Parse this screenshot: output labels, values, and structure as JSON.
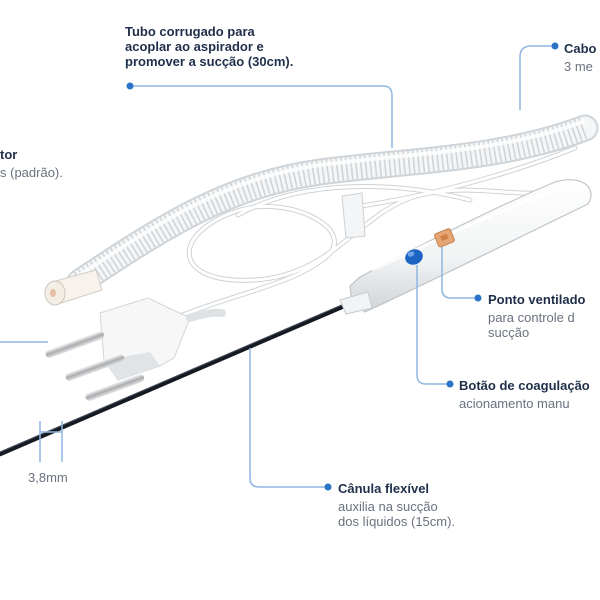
{
  "labels": {
    "tubo": {
      "title_lines": [
        "Tubo corrugado  para",
        "acoplar ao aspirador e",
        "promover a sucção (30cm)."
      ]
    },
    "cabo": {
      "title": "Cabo",
      "desc": "3 me"
    },
    "conector": {
      "title": "tor",
      "desc": "s (padrão)."
    },
    "ponto": {
      "title": "Ponto ventilado",
      "desc_lines": [
        "para controle d",
        "sucção"
      ]
    },
    "botao": {
      "title": "Botão de coagulação",
      "desc": "acionamento manu"
    },
    "canula": {
      "title": "Cânula flexível",
      "desc_lines": [
        "auxilia na sucção",
        "dos líquidos (15cm)."
      ]
    },
    "medida": {
      "text": "3,8mm"
    }
  },
  "colors": {
    "callout_line": "#8fb6e2",
    "dot": "#2b74c8",
    "button": "#1d63c4",
    "vent": "#e2a06c",
    "cannula": "#161a22",
    "title_text": "#1f2f4a",
    "desc_text": "#6a7280"
  }
}
